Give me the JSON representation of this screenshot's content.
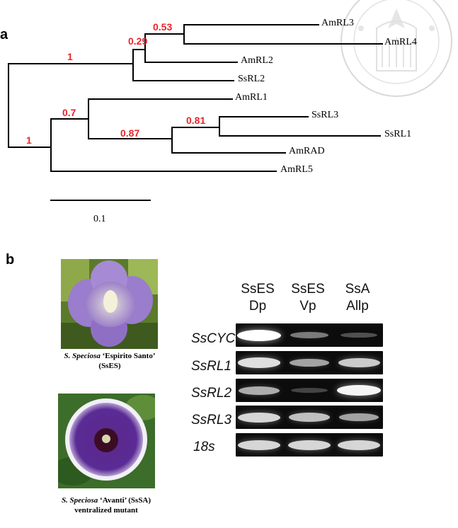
{
  "panel_a": {
    "label": "a",
    "leaves": [
      "AmRL3",
      "AmRL4",
      "AmRL2",
      "SsRL2",
      "AmRL1",
      "SsRL3",
      "SsRL1",
      "AmRAD",
      "AmRL5"
    ],
    "support_values": [
      "1",
      "0.29",
      "0.53",
      "1",
      "0.7",
      "0.87",
      "0.81"
    ],
    "scale_bar_label": "0.1",
    "colors": {
      "branch": "#000000",
      "support": "#e8262a"
    }
  },
  "panel_b": {
    "label": "b",
    "photo1": {
      "species": "S. Speciosa",
      "cultivar": "‘Espirito Santo’",
      "abbrev": "(SsES)"
    },
    "photo2": {
      "species": "S. Speciosa",
      "cultivar": "‘Avanti’ (SsSA)",
      "desc": "ventralized mutant"
    },
    "lanes": [
      {
        "line1": "SsES",
        "line2": "Dp"
      },
      {
        "line1": "SsES",
        "line2": "Vp"
      },
      {
        "line1": "SsA",
        "line2": "Allp"
      }
    ],
    "genes": [
      {
        "name": "SsCYC",
        "intensity": [
          1.0,
          0.35,
          0.15
        ]
      },
      {
        "name": "SsRL1",
        "intensity": [
          0.85,
          0.55,
          0.75
        ]
      },
      {
        "name": "SsRL2",
        "intensity": [
          0.6,
          0.1,
          0.95
        ]
      },
      {
        "name": "SsRL3",
        "intensity": [
          0.8,
          0.7,
          0.55
        ]
      },
      {
        "name": "18s",
        "intensity": [
          0.8,
          0.8,
          0.8
        ]
      }
    ]
  }
}
